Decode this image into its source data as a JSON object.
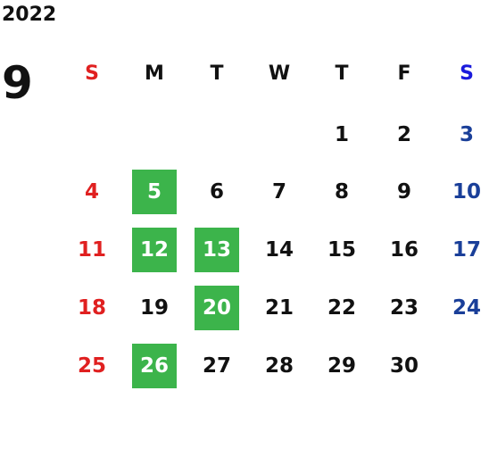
{
  "calendar": {
    "year": "2022",
    "month": "9",
    "weekdays": [
      "S",
      "M",
      "T",
      "W",
      "T",
      "F",
      "S"
    ],
    "weeks": [
      [
        "",
        "",
        "",
        "",
        "1",
        "2",
        "3"
      ],
      [
        "4",
        "5",
        "6",
        "7",
        "8",
        "9",
        "10"
      ],
      [
        "11",
        "12",
        "13",
        "14",
        "15",
        "16",
        "17"
      ],
      [
        "18",
        "19",
        "20",
        "21",
        "22",
        "23",
        "24"
      ],
      [
        "25",
        "26",
        "27",
        "28",
        "29",
        "30",
        ""
      ]
    ],
    "highlighted_days": [
      "5",
      "12",
      "13",
      "20",
      "26"
    ],
    "colors": {
      "sunday": "#e02020",
      "saturday": "#1a3f99",
      "highlight": "#3cb44b"
    }
  }
}
